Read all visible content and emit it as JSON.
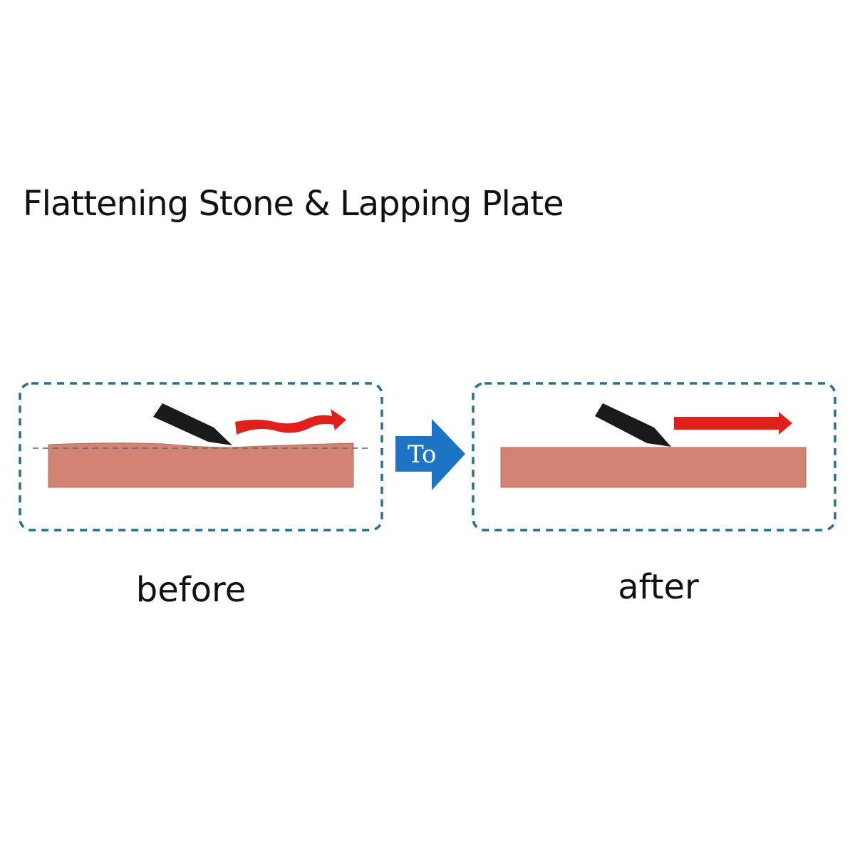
{
  "title": "Flattening Stone & Lapping Plate",
  "arrow_label": "To",
  "captions": {
    "before": "before",
    "after": "after"
  },
  "colors": {
    "frame_dash": "#2a6f8c",
    "stone": "#d18474",
    "stone_edge": "#b86b5d",
    "blade": "#1a1a1a",
    "motion_arrow": "#e0201c",
    "to_arrow": "#1d74c4",
    "reference_line": "#666666"
  }
}
